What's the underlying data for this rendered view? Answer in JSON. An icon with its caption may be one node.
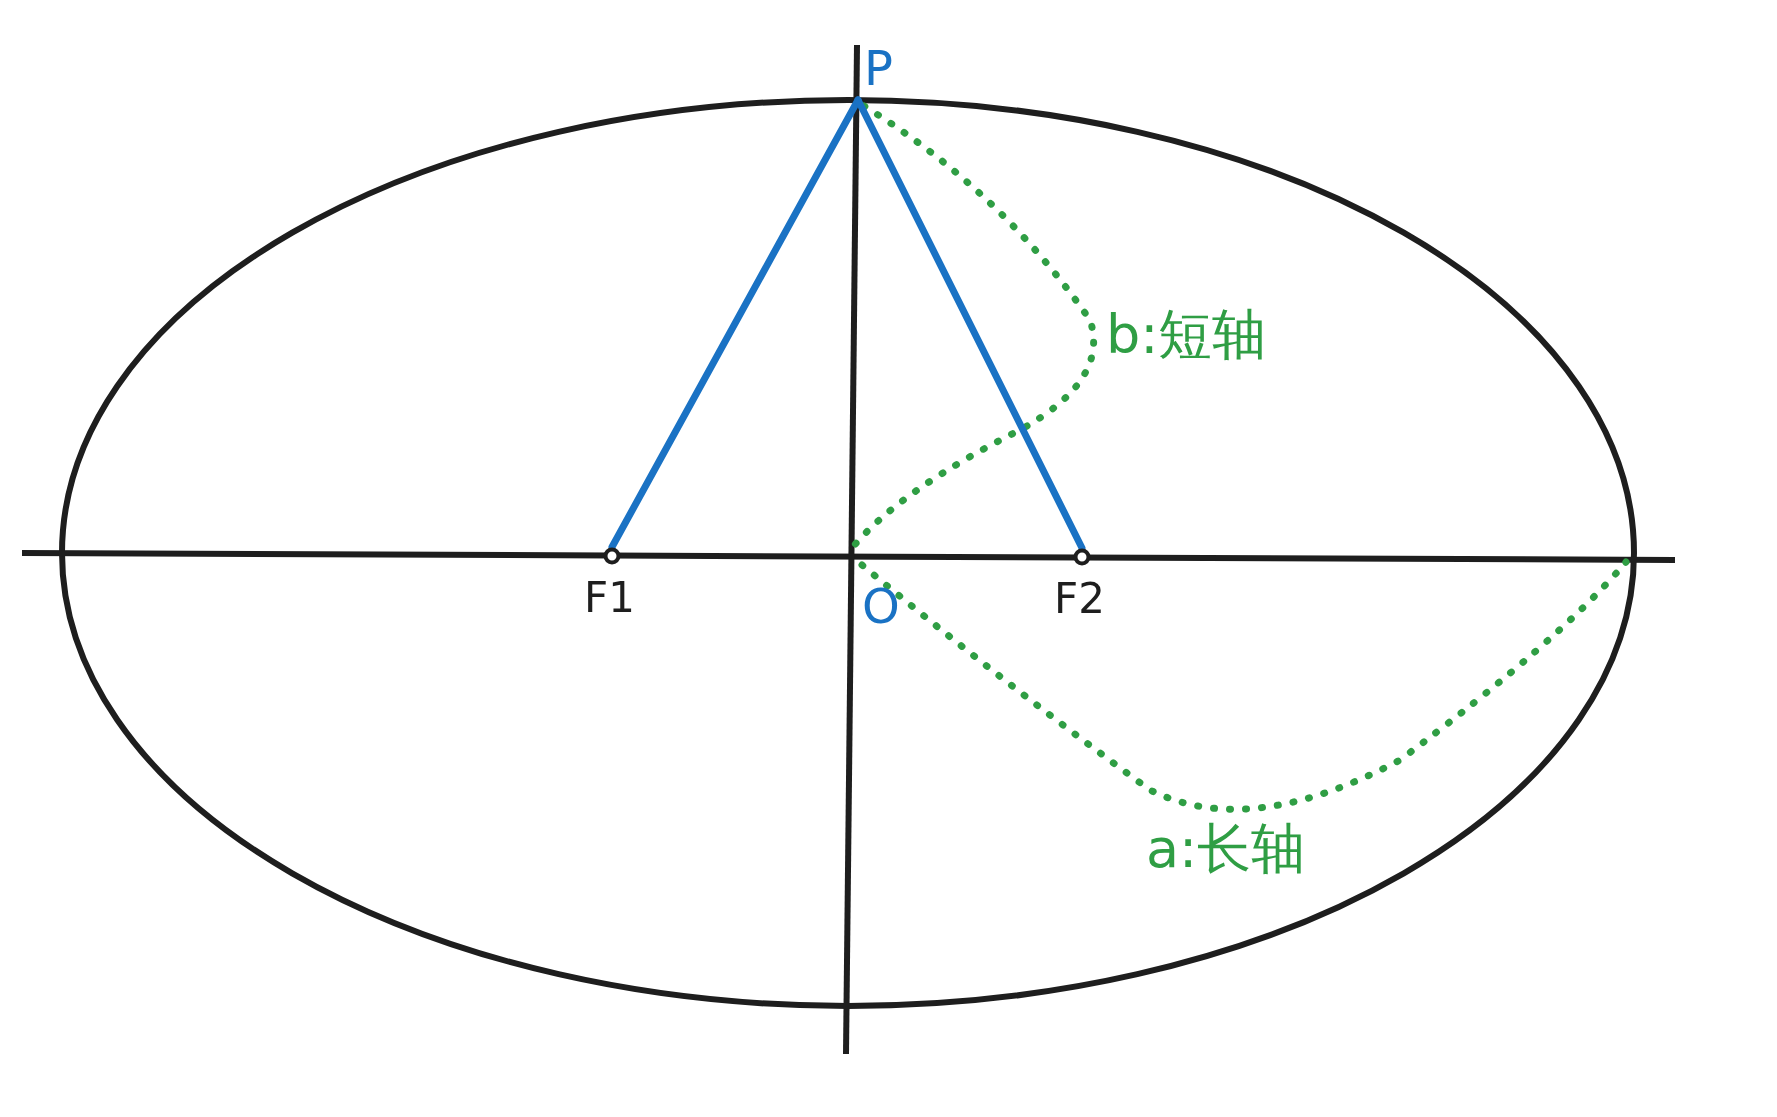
{
  "diagram": {
    "nodes": [
      {
        "text": [
          "P"
        ]
      },
      {
        "text": [
          "F1"
        ]
      },
      {
        "text": [
          "F2"
        ]
      }
    ],
    "edges": [
      {
        "from": 0,
        "to": 1,
        "arrow": "none"
      },
      {
        "from": 0,
        "to": 2,
        "arrow": "none"
      }
    ],
    "labels": [
      "O",
      "b:短轴",
      "a:长轴"
    ]
  }
}
